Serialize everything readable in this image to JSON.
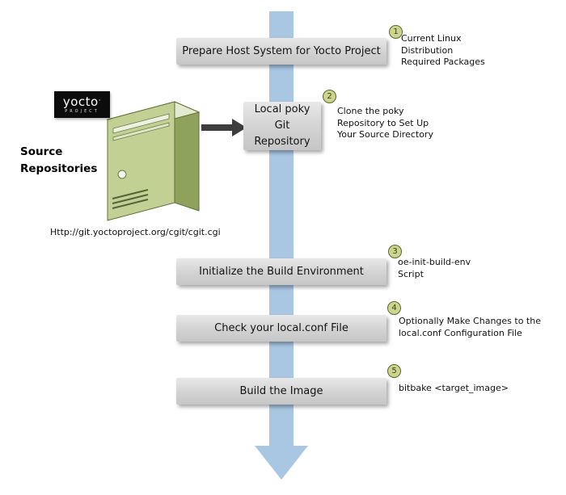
{
  "source_panel": {
    "logo_text": "yocto",
    "logo_mark": "·",
    "logo_sub": "PROJECT",
    "label": "Source\nRepositories",
    "url": "Http://git.yoctoproject.org/cgit/cgit.cgi"
  },
  "steps": [
    {
      "num": "1",
      "box": "Prepare Host System for Yocto Project",
      "note": "Current Linux\nDistribution\nRequired Packages"
    },
    {
      "num": "2",
      "box": "Local poky\nGit\nRepository",
      "note": "Clone the poky\nRepository to Set Up\nYour Source Directory"
    },
    {
      "num": "3",
      "box": "Initialize the Build Environment",
      "note": "oe-init-build-env\nScript"
    },
    {
      "num": "4",
      "box": "Check your local.conf File",
      "note": "Optionally Make Changes to the\nlocal.conf Configuration File"
    },
    {
      "num": "5",
      "box": "Build the Image",
      "note": "bitbake <target_image>"
    }
  ],
  "colors": {
    "flow_arrow": "#a9c6e3",
    "badge_fill": "#ccd48d",
    "badge_border": "#5a682c",
    "connector": "#3d3d3d",
    "tower_front": "#c3d094",
    "tower_side": "#8ea25c",
    "tower_top": "#e4ead0",
    "logo_bg": "#0c0c0c"
  }
}
